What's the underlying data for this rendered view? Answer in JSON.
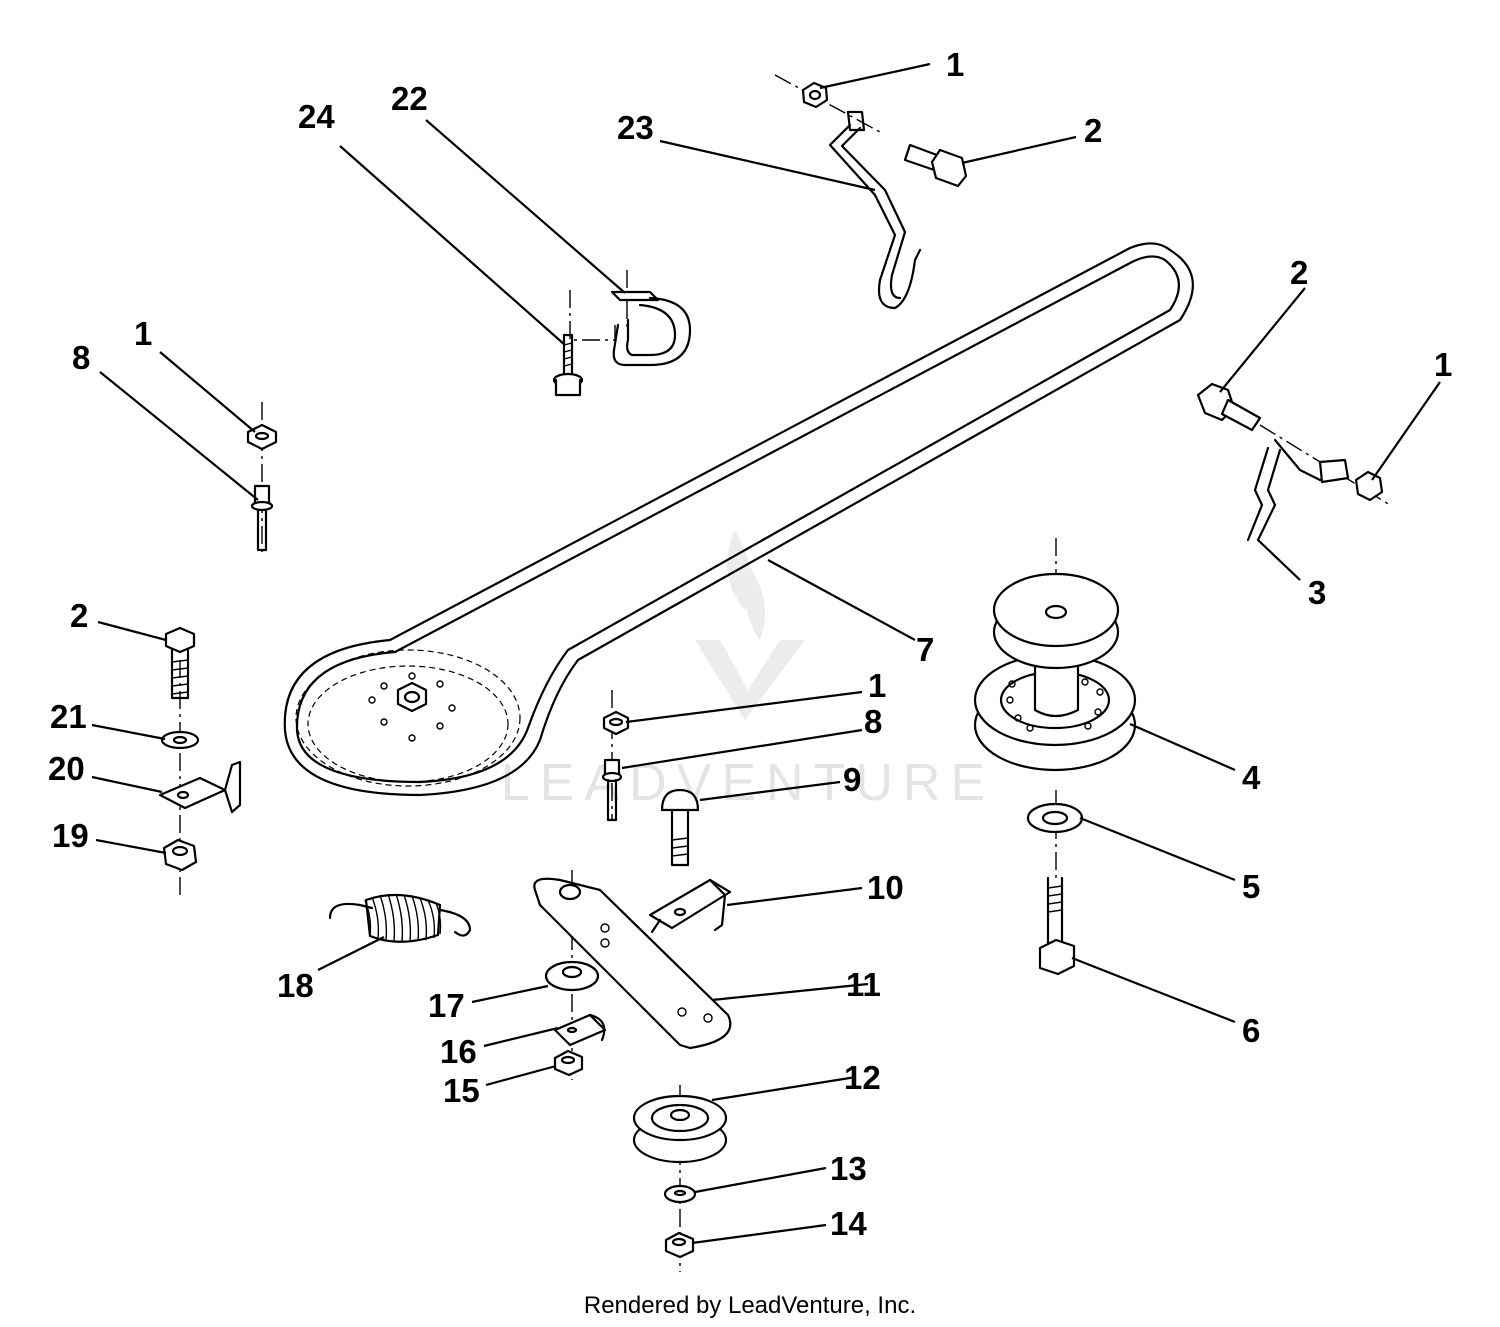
{
  "watermark": "LEADVENTURE",
  "credit": "Rendered by LeadVenture, Inc.",
  "callouts": [
    {
      "id": "c1a",
      "label": "1"
    },
    {
      "id": "c2a",
      "label": "2"
    },
    {
      "id": "c23",
      "label": "23"
    },
    {
      "id": "c22",
      "label": "22"
    },
    {
      "id": "c24",
      "label": "24"
    },
    {
      "id": "c1b",
      "label": "1"
    },
    {
      "id": "c8a",
      "label": "8"
    },
    {
      "id": "c2b",
      "label": "2"
    },
    {
      "id": "c1c",
      "label": "1"
    },
    {
      "id": "c3",
      "label": "3"
    },
    {
      "id": "c7",
      "label": "7"
    },
    {
      "id": "c2c",
      "label": "2"
    },
    {
      "id": "c21",
      "label": "21"
    },
    {
      "id": "c20",
      "label": "20"
    },
    {
      "id": "c19",
      "label": "19"
    },
    {
      "id": "c1d",
      "label": "1"
    },
    {
      "id": "c8b",
      "label": "8"
    },
    {
      "id": "c9",
      "label": "9"
    },
    {
      "id": "c4",
      "label": "4"
    },
    {
      "id": "c5",
      "label": "5"
    },
    {
      "id": "c10",
      "label": "10"
    },
    {
      "id": "c18",
      "label": "18"
    },
    {
      "id": "c11",
      "label": "11"
    },
    {
      "id": "c17",
      "label": "17"
    },
    {
      "id": "c6",
      "label": "6"
    },
    {
      "id": "c16",
      "label": "16"
    },
    {
      "id": "c12",
      "label": "12"
    },
    {
      "id": "c15",
      "label": "15"
    },
    {
      "id": "c13",
      "label": "13"
    },
    {
      "id": "c14",
      "label": "14"
    }
  ]
}
